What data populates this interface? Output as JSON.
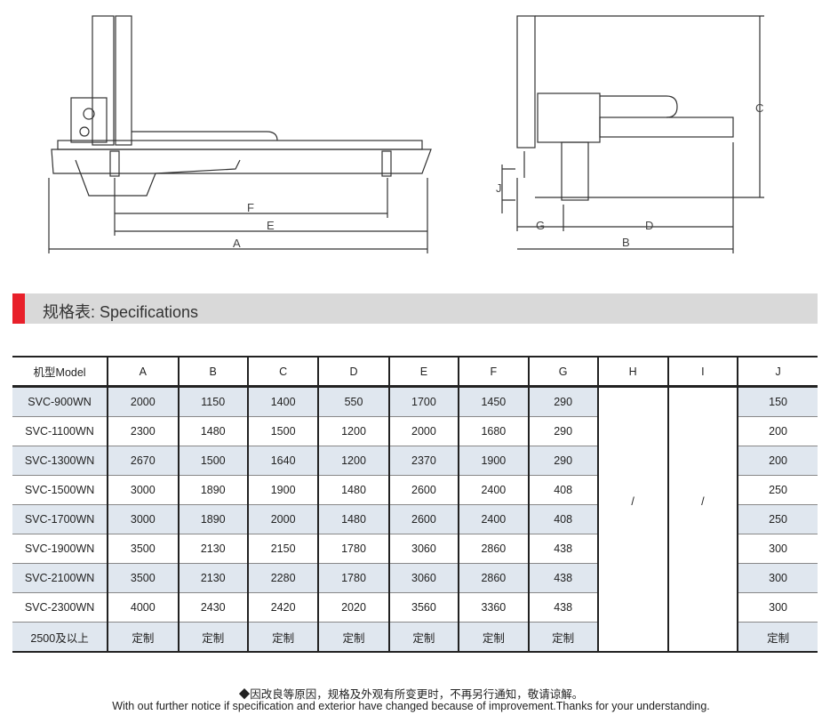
{
  "drawing": {
    "dimension_labels_left": [
      "F",
      "E",
      "A"
    ],
    "dimension_labels_right": [
      "C",
      "J",
      "G",
      "D",
      "B"
    ]
  },
  "section": {
    "title": "规格表: Specifications",
    "accent": "#e8202a"
  },
  "table": {
    "headers": [
      "机型Model",
      "A",
      "B",
      "C",
      "D",
      "E",
      "F",
      "G",
      "H",
      "I",
      "J"
    ],
    "merged_H": "/",
    "merged_I": "/",
    "rows": [
      {
        "model": "SVC-900WN",
        "A": "2000",
        "B": "1150",
        "C": "1400",
        "D": "550",
        "E": "1700",
        "F": "1450",
        "G": "290",
        "J": "150"
      },
      {
        "model": "SVC-1100WN",
        "A": "2300",
        "B": "1480",
        "C": "1500",
        "D": "1200",
        "E": "2000",
        "F": "1680",
        "G": "290",
        "J": "200"
      },
      {
        "model": "SVC-1300WN",
        "A": "2670",
        "B": "1500",
        "C": "1640",
        "D": "1200",
        "E": "2370",
        "F": "1900",
        "G": "290",
        "J": "200"
      },
      {
        "model": "SVC-1500WN",
        "A": "3000",
        "B": "1890",
        "C": "1900",
        "D": "1480",
        "E": "2600",
        "F": "2400",
        "G": "408",
        "J": "250"
      },
      {
        "model": "SVC-1700WN",
        "A": "3000",
        "B": "1890",
        "C": "2000",
        "D": "1480",
        "E": "2600",
        "F": "2400",
        "G": "408",
        "J": "250"
      },
      {
        "model": "SVC-1900WN",
        "A": "3500",
        "B": "2130",
        "C": "2150",
        "D": "1780",
        "E": "3060",
        "F": "2860",
        "G": "438",
        "J": "300"
      },
      {
        "model": "SVC-2100WN",
        "A": "3500",
        "B": "2130",
        "C": "2280",
        "D": "1780",
        "E": "3060",
        "F": "2860",
        "G": "438",
        "J": "300"
      },
      {
        "model": "SVC-2300WN",
        "A": "4000",
        "B": "2430",
        "C": "2420",
        "D": "2020",
        "E": "3560",
        "F": "3360",
        "G": "438",
        "J": "300"
      },
      {
        "model": "2500及以上",
        "A": "定制",
        "B": "定制",
        "C": "定制",
        "D": "定制",
        "E": "定制",
        "F": "定制",
        "G": "定制",
        "J": "定制"
      }
    ]
  },
  "notes": {
    "cn": "◆因改良等原因，规格及外观有所变更时，不再另行通知，敬请谅解。",
    "en": "With out further notice if specification and exterior have changed because of improvement.Thanks for your understanding."
  }
}
